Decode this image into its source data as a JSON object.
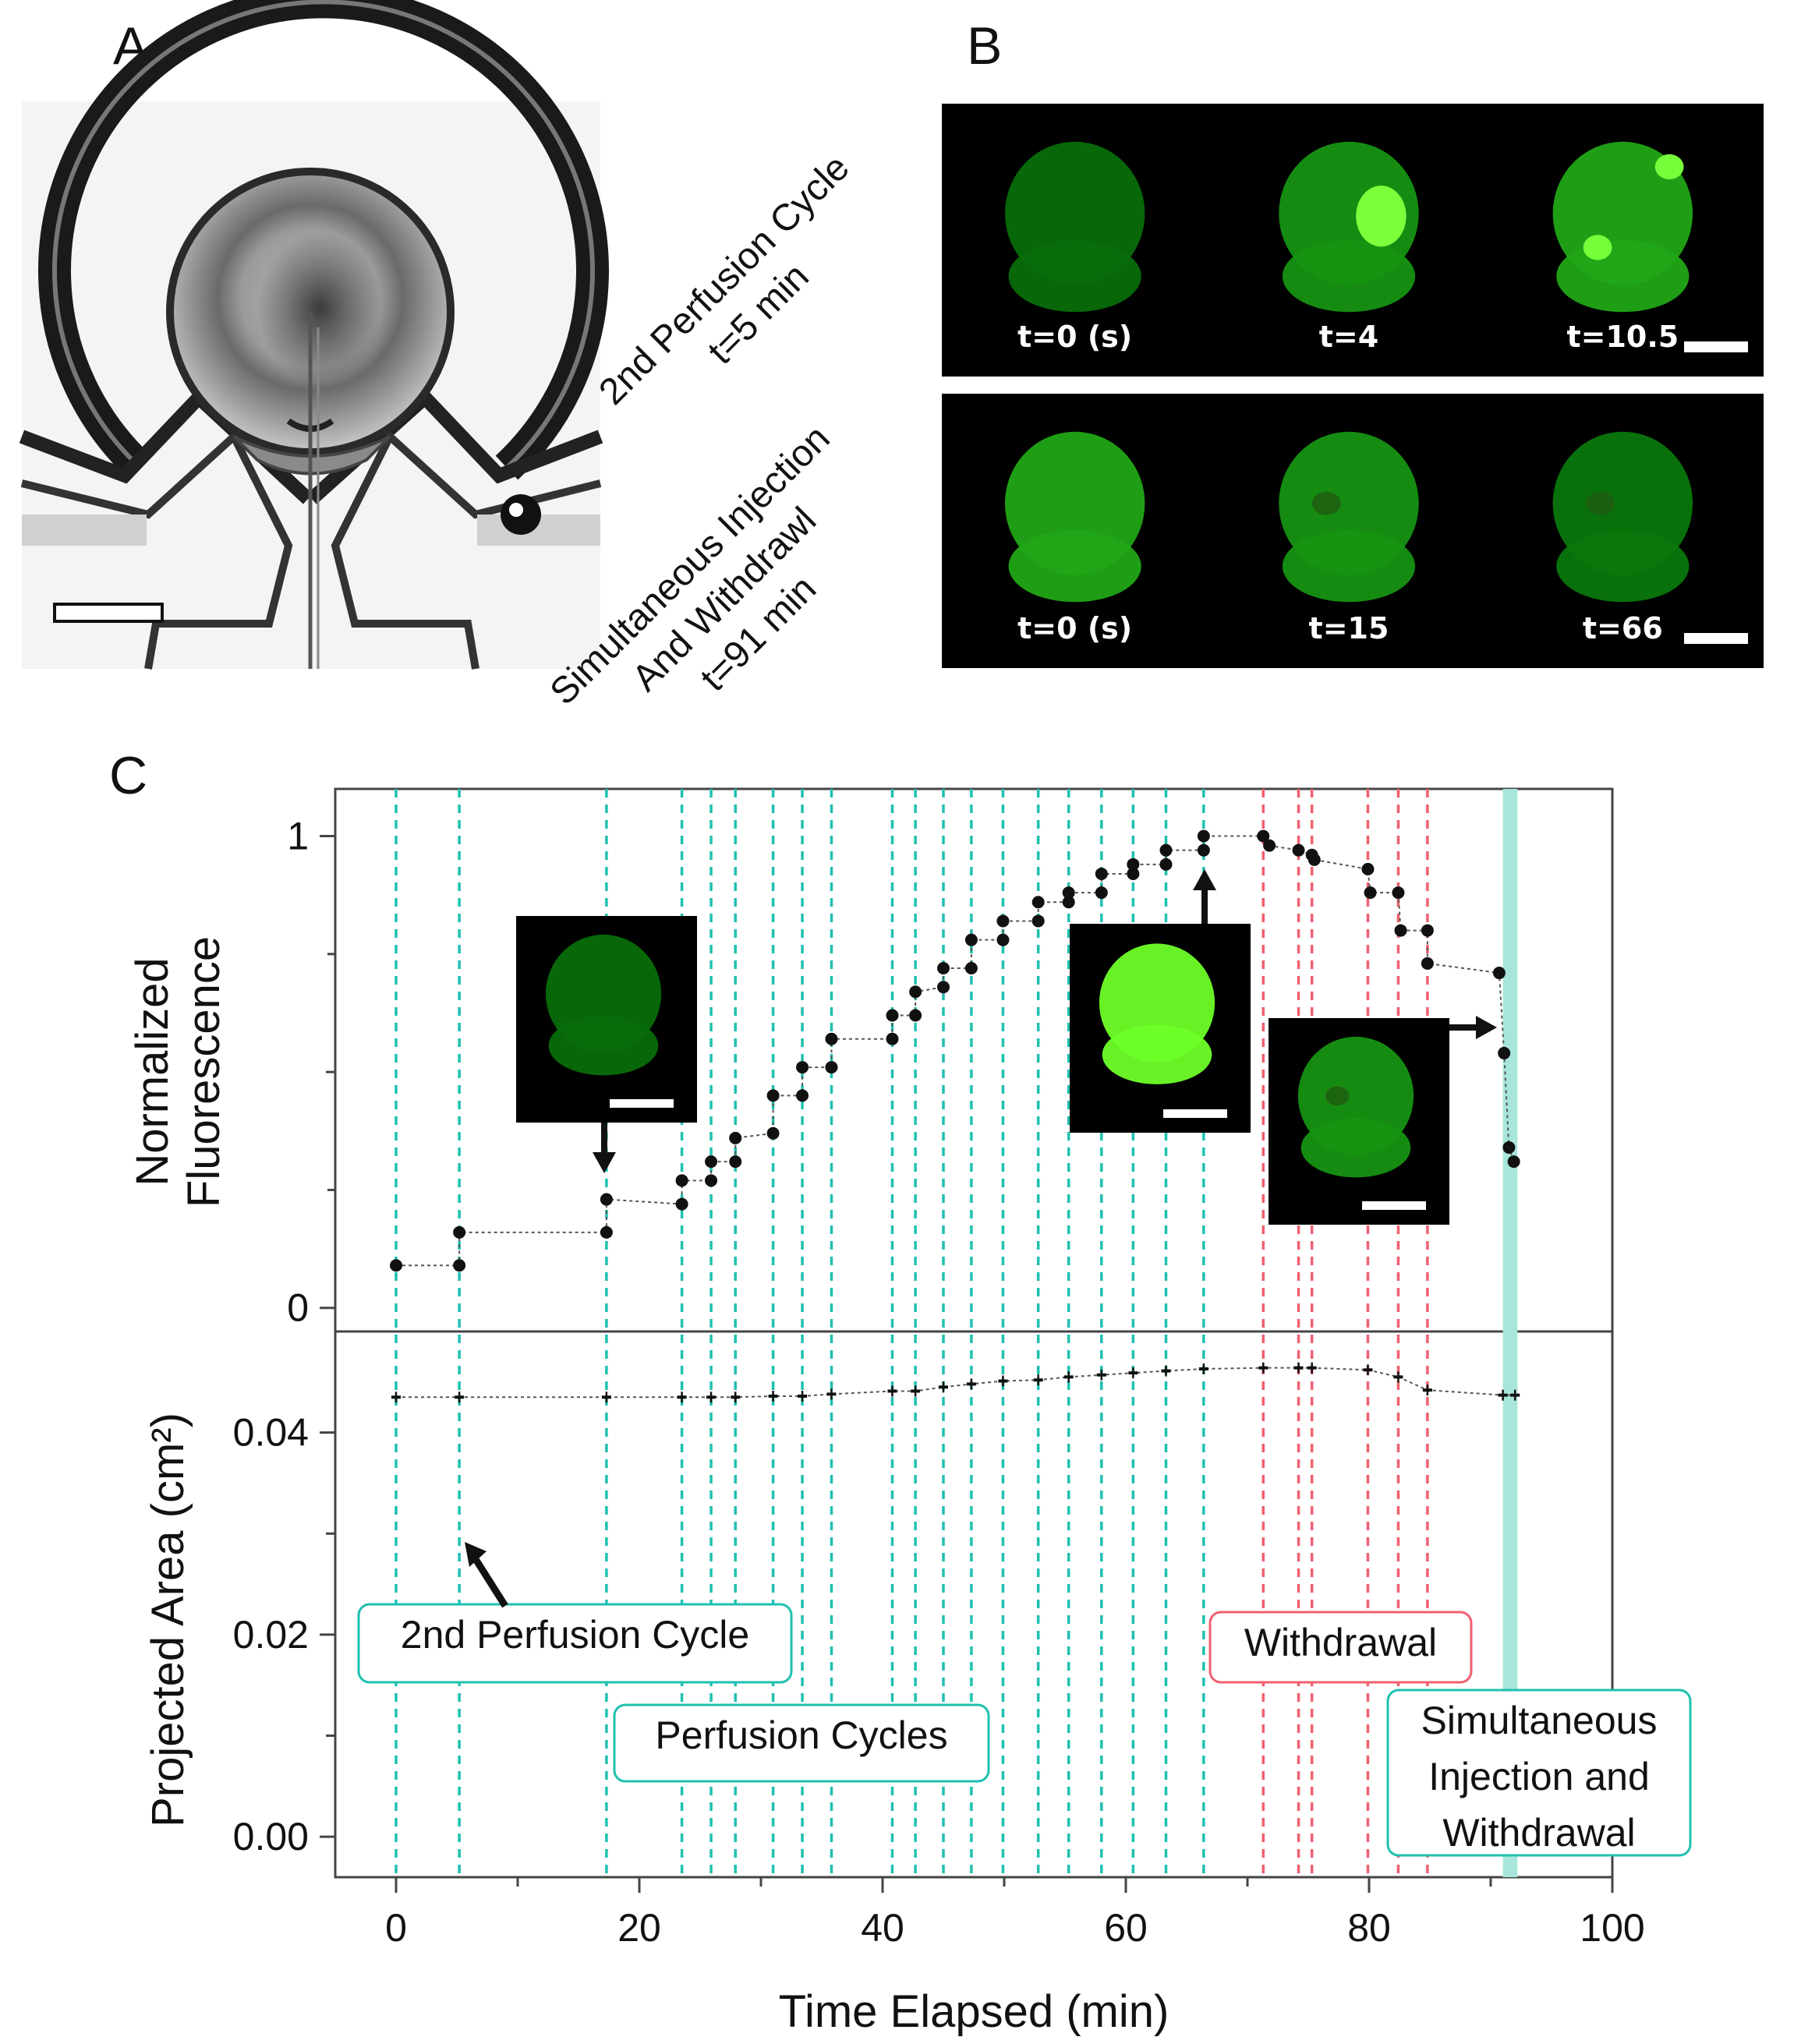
{
  "panels": {
    "A": {
      "letter": "A"
    },
    "B": {
      "letter": "B",
      "rows": [
        {
          "label_lines": [
            "2nd Perfusion Cycle",
            "t=5 min"
          ],
          "frames": [
            {
              "stamp": "t=0 (s)",
              "brightness": 0.25,
              "spot": "none"
            },
            {
              "stamp": "t=4",
              "brightness": 0.45,
              "spot": "bright-right"
            },
            {
              "stamp": "t=10.5",
              "brightness": 0.55,
              "spot": "bright-two"
            }
          ]
        },
        {
          "label_lines": [
            "Simultaneous Injection",
            "And Withdrawl",
            "t=91 min"
          ],
          "frames": [
            {
              "stamp": "t=0 (s)",
              "brightness": 0.55,
              "spot": "none"
            },
            {
              "stamp": "t=15",
              "brightness": 0.45,
              "spot": "dark"
            },
            {
              "stamp": "t=66",
              "brightness": 0.3,
              "spot": "dark"
            }
          ]
        }
      ]
    },
    "C": {
      "letter": "C"
    }
  },
  "chart_data": {
    "type": "scatter",
    "xlabel": "Time Elapsed (min)",
    "xlim": [
      -5,
      100
    ],
    "xticks": [
      0,
      20,
      40,
      60,
      80,
      100
    ],
    "colors": {
      "perfusion": "#1fc0b0",
      "withdrawal": "#f06070",
      "sim_band": "#a8e6dc",
      "points": "#111111"
    },
    "perfusion_times": [
      0,
      5.2,
      17.3,
      23.5,
      25.9,
      27.9,
      31,
      33.4,
      35.8,
      40.8,
      42.7,
      45,
      47.3,
      49.9,
      52.8,
      55.3,
      58,
      60.6,
      63.3,
      66.4
    ],
    "withdrawal_times": [
      71.3,
      74.2,
      75.3,
      79.9,
      82.4,
      84.8
    ],
    "simultaneous_window": [
      91,
      92.2
    ],
    "fluorescence": {
      "ylabel_lines": [
        "Normalized",
        "Fluorescence"
      ],
      "ylim": [
        -0.05,
        1.1
      ],
      "yticks": [
        0,
        1
      ],
      "points": [
        [
          0,
          0.09
        ],
        [
          5.2,
          0.09
        ],
        [
          5.2,
          0.16
        ],
        [
          17.3,
          0.16
        ],
        [
          17.3,
          0.23
        ],
        [
          23.5,
          0.22
        ],
        [
          23.5,
          0.27
        ],
        [
          25.9,
          0.27
        ],
        [
          25.9,
          0.31
        ],
        [
          27.9,
          0.31
        ],
        [
          27.9,
          0.36
        ],
        [
          31,
          0.37
        ],
        [
          31,
          0.45
        ],
        [
          33.4,
          0.45
        ],
        [
          33.4,
          0.51
        ],
        [
          35.8,
          0.51
        ],
        [
          35.8,
          0.57
        ],
        [
          40.8,
          0.57
        ],
        [
          40.8,
          0.62
        ],
        [
          42.7,
          0.62
        ],
        [
          42.7,
          0.67
        ],
        [
          45,
          0.68
        ],
        [
          45,
          0.72
        ],
        [
          47.3,
          0.72
        ],
        [
          47.3,
          0.78
        ],
        [
          49.9,
          0.78
        ],
        [
          49.9,
          0.82
        ],
        [
          52.8,
          0.82
        ],
        [
          52.8,
          0.86
        ],
        [
          55.3,
          0.86
        ],
        [
          55.3,
          0.88
        ],
        [
          58,
          0.88
        ],
        [
          58,
          0.92
        ],
        [
          60.6,
          0.92
        ],
        [
          60.6,
          0.94
        ],
        [
          63.3,
          0.94
        ],
        [
          63.3,
          0.97
        ],
        [
          66.4,
          0.97
        ],
        [
          66.4,
          1.0
        ],
        [
          71.3,
          1.0
        ],
        [
          71.8,
          0.98
        ],
        [
          74.2,
          0.97
        ],
        [
          75.3,
          0.96
        ],
        [
          75.5,
          0.95
        ],
        [
          79.9,
          0.93
        ],
        [
          80.1,
          0.88
        ],
        [
          82.4,
          0.88
        ],
        [
          82.6,
          0.8
        ],
        [
          84.8,
          0.8
        ],
        [
          84.8,
          0.73
        ],
        [
          90.7,
          0.71
        ],
        [
          91.1,
          0.54
        ],
        [
          91.5,
          0.34
        ],
        [
          91.9,
          0.31
        ]
      ]
    },
    "area": {
      "ylabel": "Projected Area (cm²)",
      "ylim": [
        -0.004,
        0.05
      ],
      "yticks": [
        0.0,
        0.02,
        0.04
      ],
      "ytick_labels": [
        "0.00",
        "0.02",
        "0.04"
      ],
      "points": [
        [
          0,
          0.0435
        ],
        [
          5.2,
          0.0435
        ],
        [
          17.3,
          0.0435
        ],
        [
          23.5,
          0.0435
        ],
        [
          25.9,
          0.0435
        ],
        [
          27.9,
          0.0435
        ],
        [
          31,
          0.0436
        ],
        [
          33.4,
          0.0436
        ],
        [
          35.8,
          0.0438
        ],
        [
          40.8,
          0.0441
        ],
        [
          42.7,
          0.0441
        ],
        [
          45,
          0.0445
        ],
        [
          47.3,
          0.0448
        ],
        [
          49.9,
          0.0451
        ],
        [
          52.8,
          0.0452
        ],
        [
          55.3,
          0.0455
        ],
        [
          58,
          0.0457
        ],
        [
          60.6,
          0.0459
        ],
        [
          63.3,
          0.0461
        ],
        [
          66.4,
          0.0463
        ],
        [
          71.3,
          0.0464
        ],
        [
          74.2,
          0.0464
        ],
        [
          75.3,
          0.0464
        ],
        [
          79.9,
          0.0462
        ],
        [
          82.4,
          0.0455
        ],
        [
          84.8,
          0.0442
        ],
        [
          91,
          0.0437
        ],
        [
          92,
          0.0437
        ]
      ]
    },
    "annotations": {
      "second_perfusion": "2nd Perfusion Cycle",
      "perfusion_cycles": "Perfusion Cycles",
      "withdrawal": "Withdrawal",
      "simultaneous_lines": [
        "Simultaneous",
        "Injection and",
        "Withdrawal"
      ]
    },
    "insets": [
      {
        "at_x": 17.3,
        "brightness": 0.25,
        "arrow": "down"
      },
      {
        "at_x": 66.4,
        "brightness": 1.0,
        "arrow": "up"
      },
      {
        "at_x": 91.1,
        "brightness": 0.45,
        "arrow": "right"
      }
    ]
  }
}
